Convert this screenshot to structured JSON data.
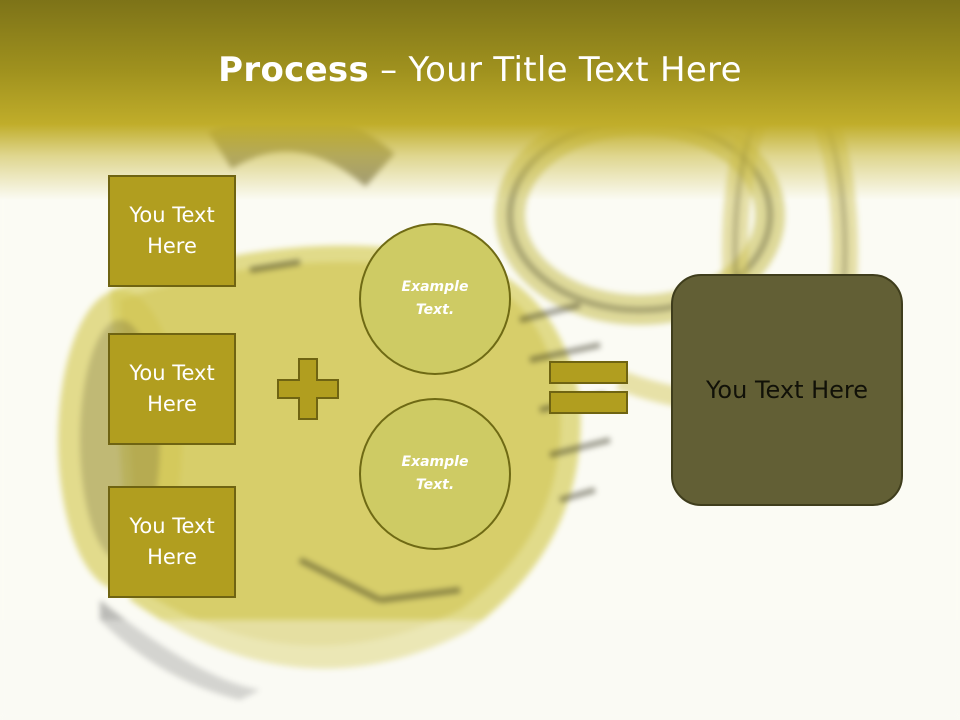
{
  "title": {
    "bold": "Process",
    "rest": " – Your Title Text Here"
  },
  "left_boxes": [
    {
      "label": "You Text Here"
    },
    {
      "label": "You Text Here"
    },
    {
      "label": "You Text Here"
    }
  ],
  "circles": [
    {
      "label": "Example Text."
    },
    {
      "label": "Example Text."
    }
  ],
  "result": {
    "label": "You Text Here"
  },
  "colors": {
    "header": "#9f911e",
    "box_fill": "#b19e1f",
    "circle_fill": "#cecb64",
    "operator_fill": "#b19e1f",
    "result_fill": "#625f35"
  },
  "icons": [
    "plus-icon",
    "equals-icon"
  ]
}
